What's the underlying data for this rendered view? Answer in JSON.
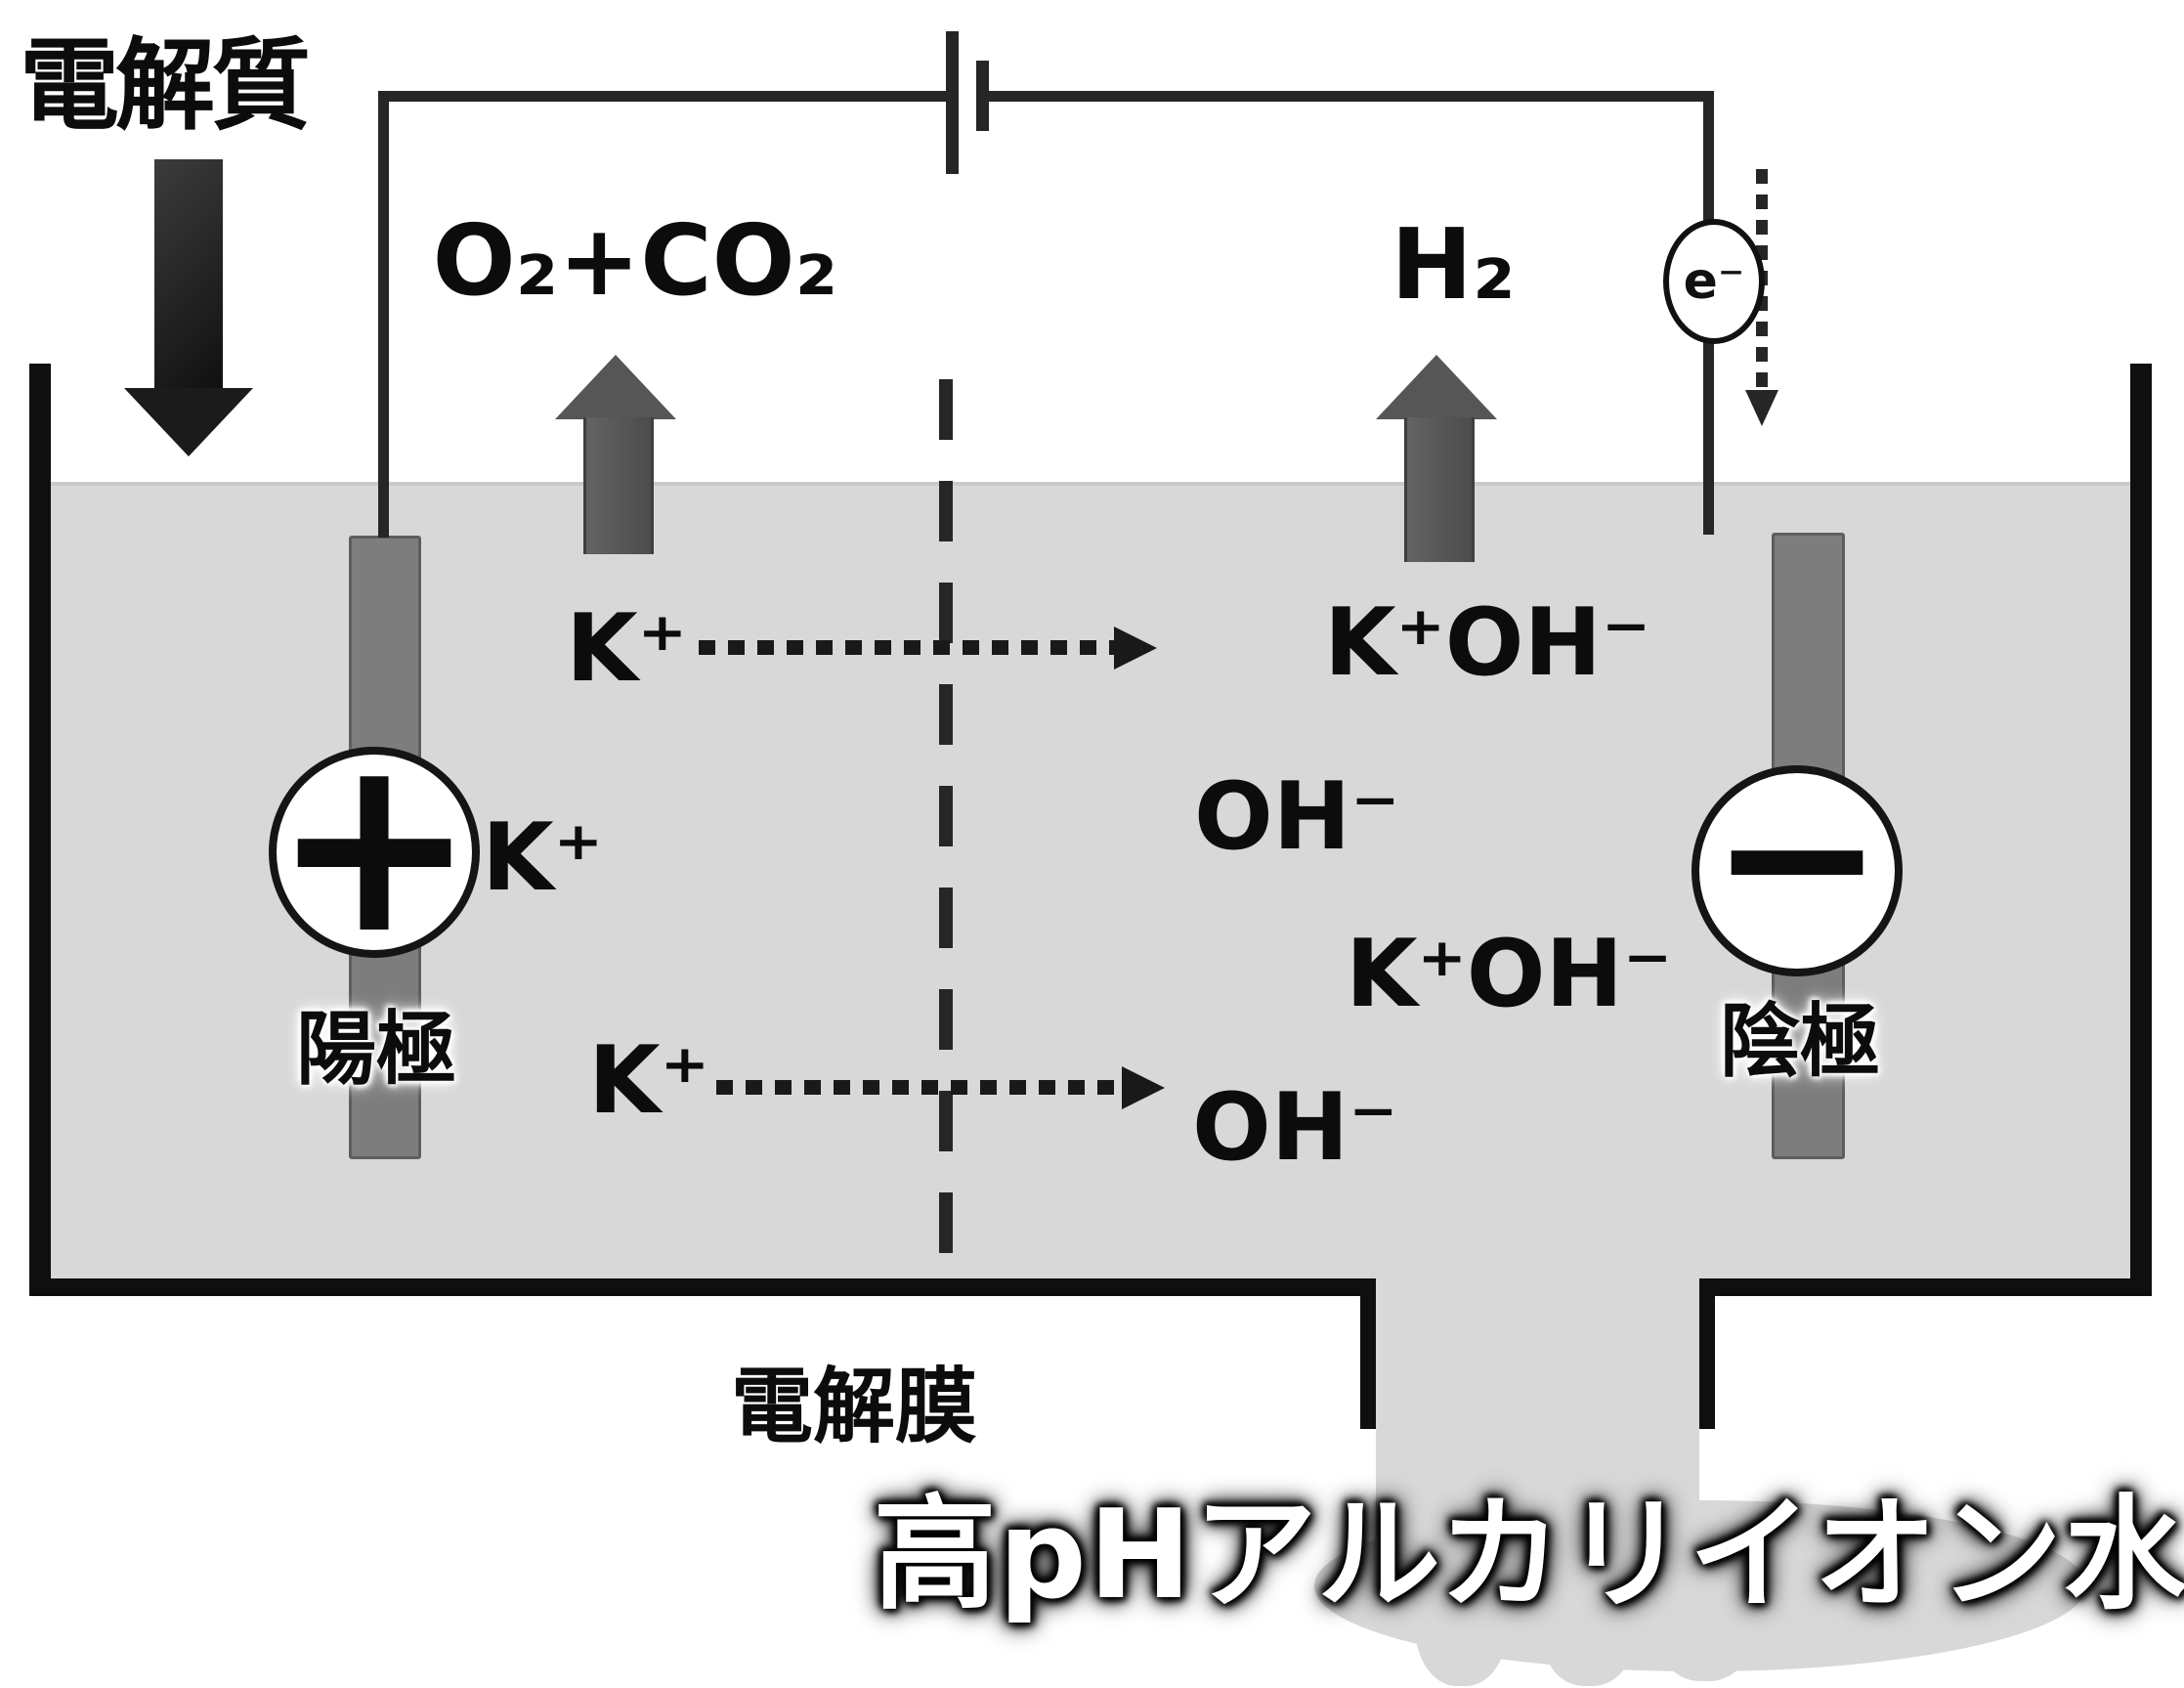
{
  "diagram": {
    "electrolyte_label": "電解質",
    "anode_gas": "O₂+CO₂",
    "cathode_gas": "H₂",
    "electron_label": "e⁻",
    "anode_symbol": "+",
    "cathode_symbol": "−",
    "anode_label": "陽極",
    "cathode_label": "陰極",
    "membrane_label": "電解膜",
    "output_label": "高pHアルカリイオン水",
    "ions": {
      "k_top": "K⁺",
      "k_mid": "K⁺",
      "k_bottom": "K⁺",
      "koh_top": "K⁺OH⁻",
      "oh_mid": "OH⁻",
      "koh_mid": "K⁺OH⁻",
      "oh_bottom": "OH⁻"
    },
    "colors": {
      "water": "#d8d8d8",
      "electrode": "#7d7d7d",
      "gas_arrow": "#565656",
      "line": "#111111",
      "background": "#ffffff"
    }
  }
}
